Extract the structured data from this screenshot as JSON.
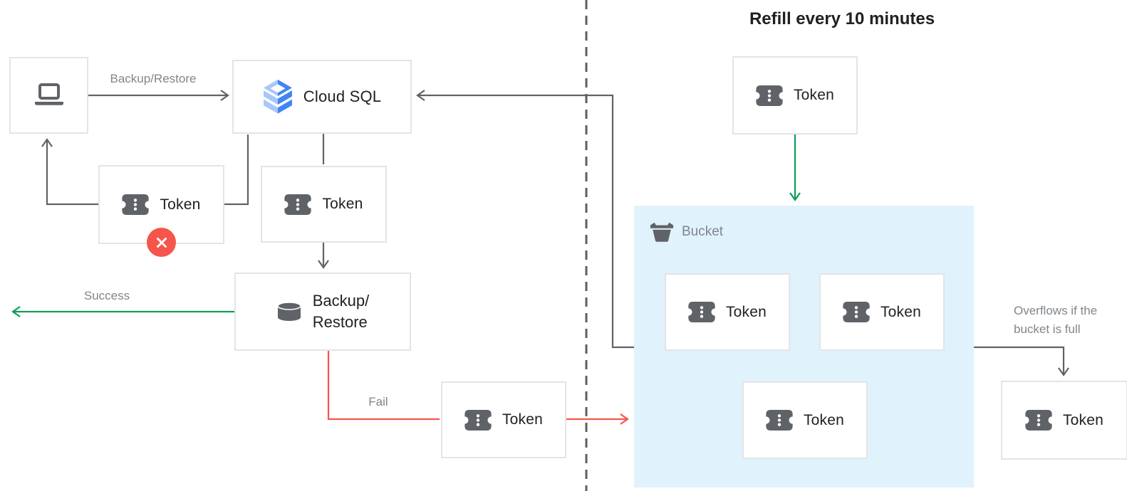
{
  "diagram": {
    "title": "Refill every 10 minutes",
    "token_label": "Token",
    "nodes": {
      "cloud_sql": "Cloud SQL",
      "backup_restore_line1": "Backup/",
      "backup_restore_line2": "Restore",
      "bucket": "Bucket"
    },
    "edge_labels": {
      "backup_restore": "Backup/Restore",
      "success": "Success",
      "fail": "Fail",
      "overflow": "Overflows if the bucket is full"
    },
    "icons": {
      "laptop-icon": "laptop computer",
      "cloud-sql-icon": "blue stacked database layers",
      "token-icon": "dark gray ticket with three dots",
      "database-icon": "gray cylinder",
      "bucket-icon": "gray bucket",
      "error-x-icon": "white X in red circle"
    },
    "colors": {
      "success_green": "#0F9D58",
      "fail_red": "#F5554A",
      "bucket_fill": "#E0F2FC",
      "arrow_gray": "#5F6368",
      "icon_gray": "#5F6368",
      "label_gray": "#80868B",
      "text_dark": "#202124",
      "box_border": "#E4E4E6",
      "cloud_blue": "#4285F4",
      "cloud_blue_light": "#A8C7FA",
      "badge_red": "#F5554A"
    }
  }
}
